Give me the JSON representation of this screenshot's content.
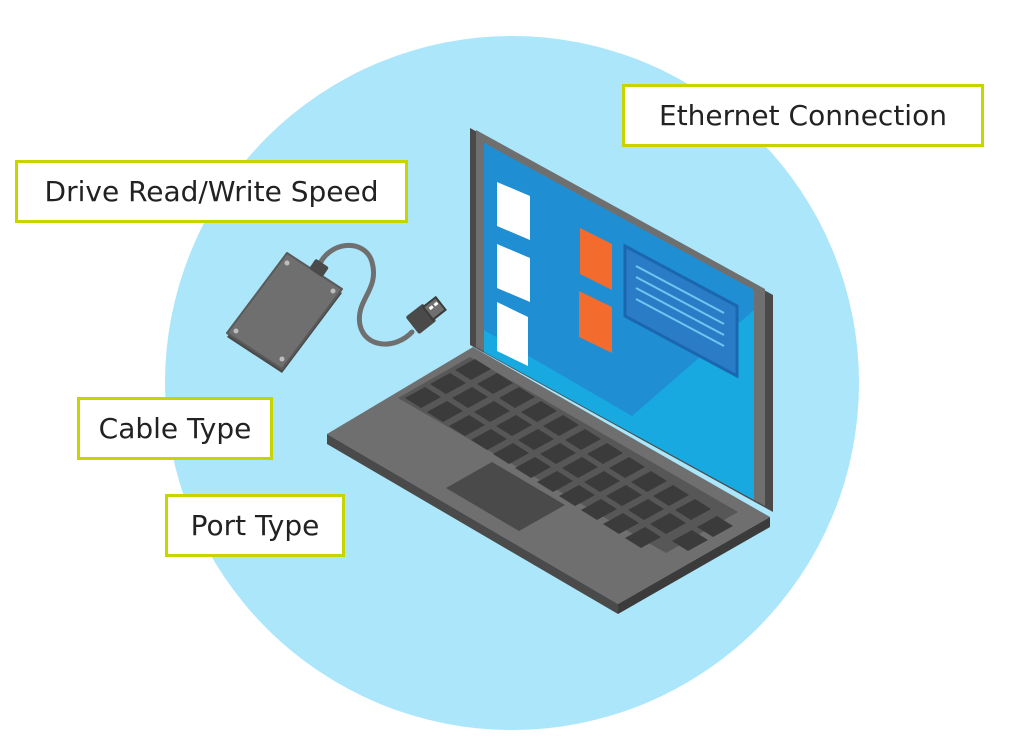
{
  "labels": {
    "ethernet": "Ethernet Connection",
    "drive": "Drive Read/Write Speed",
    "cable": "Cable Type",
    "port": "Port Type"
  },
  "colors": {
    "background_circle": "#abe6fb",
    "callout_border": "#c8d400",
    "screen": "#17a9df",
    "screen_shade": "#1f8ed3",
    "laptop_body": "#6f6f6f",
    "laptop_dark": "#4a4a4a",
    "keys": "#3b3b3b",
    "folder_accent": "#f46b2e",
    "drive": "#6f6f6f"
  },
  "icons": [
    "external-hard-drive-icon",
    "usb-cable-icon",
    "laptop-icon"
  ]
}
